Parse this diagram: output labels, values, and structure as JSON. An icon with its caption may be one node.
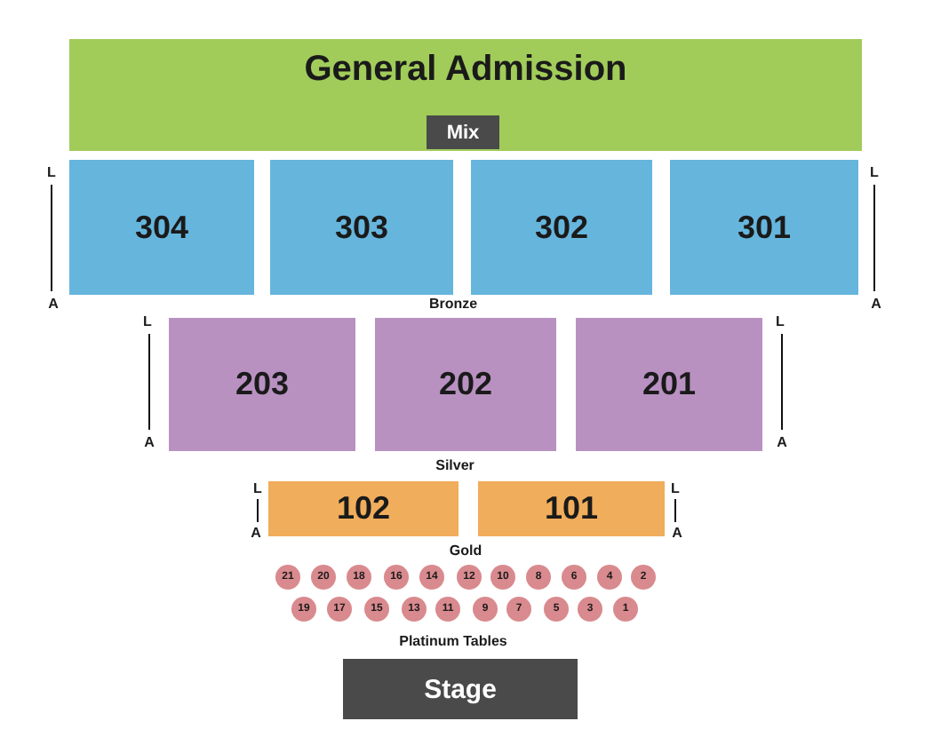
{
  "diagram": {
    "nodes": [
      {
        "text": [
          "General Admission"
        ]
      },
      {
        "text": [
          "Mix"
        ],
        "in": 0
      },
      {
        "text": [
          "304"
        ]
      },
      {
        "text": [
          "303"
        ]
      },
      {
        "text": [
          "302"
        ]
      },
      {
        "text": [
          "301"
        ]
      },
      {
        "text": [
          "203"
        ]
      },
      {
        "text": [
          "202"
        ]
      },
      {
        "text": [
          "201"
        ]
      },
      {
        "text": [
          "102"
        ]
      },
      {
        "text": [
          "101"
        ]
      },
      {
        "text": [
          "21"
        ]
      },
      {
        "text": [
          "20"
        ]
      },
      {
        "text": [
          "18"
        ]
      },
      {
        "text": [
          "16"
        ]
      },
      {
        "text": [
          "14"
        ]
      },
      {
        "text": [
          "12"
        ]
      },
      {
        "text": [
          "10"
        ]
      },
      {
        "text": [
          "8"
        ]
      },
      {
        "text": [
          "6"
        ]
      },
      {
        "text": [
          "4"
        ]
      },
      {
        "text": [
          "2"
        ]
      },
      {
        "text": [
          "19"
        ]
      },
      {
        "text": [
          "17"
        ]
      },
      {
        "text": [
          "15"
        ]
      },
      {
        "text": [
          "13"
        ]
      },
      {
        "text": [
          "11"
        ]
      },
      {
        "text": [
          "9"
        ]
      },
      {
        "text": [
          "7"
        ]
      },
      {
        "text": [
          "5"
        ]
      },
      {
        "text": [
          "3"
        ]
      },
      {
        "text": [
          "1"
        ]
      },
      {
        "text": [
          "Stage"
        ]
      }
    ],
    "labels": [
      "L",
      "L",
      "A",
      "Bronze",
      "A",
      "L",
      "L",
      "A",
      "A",
      "Silver",
      "L",
      "L",
      "A",
      "A",
      "Gold",
      "Platinum Tables"
    ]
  }
}
